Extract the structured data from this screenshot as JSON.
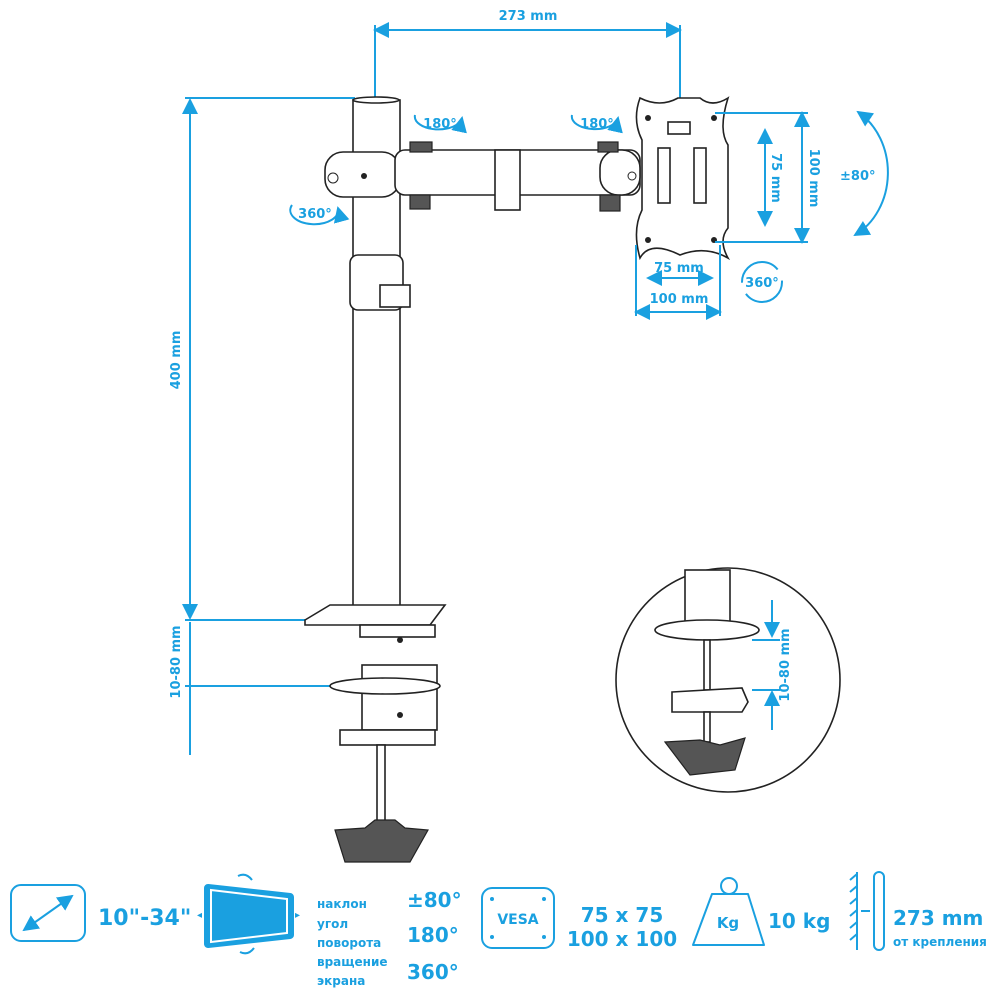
{
  "dimensions": {
    "arm_length": "273 mm",
    "pole_height": "400 mm",
    "clamp_range": "10-80 mm",
    "vesa_inner_h": "75 mm",
    "vesa_outer_h": "100 mm",
    "vesa_inner_w": "75 mm",
    "vesa_outer_w": "100 mm",
    "rotate_arm_joint": "180°",
    "rotate_head_joint": "180°",
    "rotate_pole": "360°",
    "tilt": "±80°",
    "rotate_screen": "360°",
    "inset_clamp_range": "10-80 mm"
  },
  "specs": {
    "screen_size": "10\"-34\"",
    "tilt_label": "наклон",
    "tilt_value": "±80°",
    "swivel_label_1": "угол",
    "swivel_label_2": "поворота",
    "swivel_value": "180°",
    "rotation_label_1": "вращение",
    "rotation_label_2": "экрана",
    "rotation_value": "360°",
    "vesa_icon": "VESA",
    "vesa_1": "75 x 75",
    "vesa_2": "100 x 100",
    "weight_icon": "Kg",
    "weight": "10 kg",
    "reach": "273 mm",
    "reach_note": "от крепления"
  },
  "colors": {
    "accent": "#1aa0e0"
  }
}
